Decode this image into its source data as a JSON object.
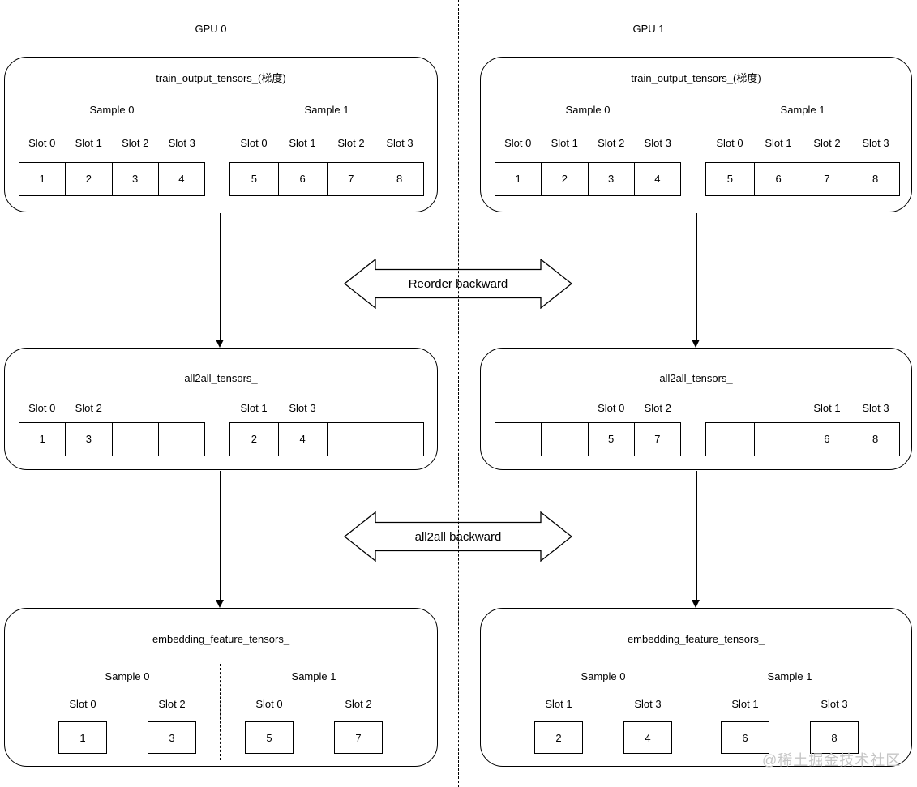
{
  "watermark": "@稀土掘金技术社区",
  "arrows": {
    "reorder_label": "Reorder backward",
    "all2all_label": "all2all backward"
  },
  "gpus": [
    {
      "label": "GPU 0",
      "train": {
        "title": "train_output_tensors_(梯度)",
        "samples": [
          {
            "label": "Sample 0",
            "slots": [
              "Slot 0",
              "Slot 1",
              "Slot 2",
              "Slot 3"
            ],
            "values": [
              "1",
              "2",
              "3",
              "4"
            ]
          },
          {
            "label": "Sample 1",
            "slots": [
              "Slot 0",
              "Slot 1",
              "Slot 2",
              "Slot 3"
            ],
            "values": [
              "5",
              "6",
              "7",
              "8"
            ]
          }
        ]
      },
      "all2all": {
        "title": "all2all_tensors_",
        "groups": [
          {
            "slots": [
              "Slot 0",
              "Slot 2",
              "",
              ""
            ],
            "values": [
              "1",
              "3",
              "",
              ""
            ]
          },
          {
            "slots": [
              "Slot 1",
              "Slot 3",
              "",
              ""
            ],
            "values": [
              "2",
              "4",
              "",
              ""
            ]
          }
        ]
      },
      "embedding": {
        "title": "embedding_feature_tensors_",
        "samples": [
          {
            "label": "Sample 0",
            "slots": [
              "Slot 0",
              "Slot 2"
            ],
            "values": [
              "1",
              "3"
            ]
          },
          {
            "label": "Sample 1",
            "slots": [
              "Slot 0",
              "Slot 2"
            ],
            "values": [
              "5",
              "7"
            ]
          }
        ]
      }
    },
    {
      "label": "GPU 1",
      "train": {
        "title": "train_output_tensors_(梯度)",
        "samples": [
          {
            "label": "Sample 0",
            "slots": [
              "Slot 0",
              "Slot 1",
              "Slot 2",
              "Slot 3"
            ],
            "values": [
              "1",
              "2",
              "3",
              "4"
            ]
          },
          {
            "label": "Sample 1",
            "slots": [
              "Slot 0",
              "Slot 1",
              "Slot 2",
              "Slot 3"
            ],
            "values": [
              "5",
              "6",
              "7",
              "8"
            ]
          }
        ]
      },
      "all2all": {
        "title": "all2all_tensors_",
        "groups": [
          {
            "slots": [
              "",
              "",
              "Slot 0",
              "Slot 2"
            ],
            "values": [
              "",
              "",
              "5",
              "7"
            ]
          },
          {
            "slots": [
              "",
              "",
              "Slot 1",
              "Slot 3"
            ],
            "values": [
              "",
              "",
              "6",
              "8"
            ]
          }
        ]
      },
      "embedding": {
        "title": "embedding_feature_tensors_",
        "samples": [
          {
            "label": "Sample 0",
            "slots": [
              "Slot 1",
              "Slot 3"
            ],
            "values": [
              "2",
              "4"
            ]
          },
          {
            "label": "Sample 1",
            "slots": [
              "Slot 1",
              "Slot 3"
            ],
            "values": [
              "6",
              "8"
            ]
          }
        ]
      }
    }
  ]
}
